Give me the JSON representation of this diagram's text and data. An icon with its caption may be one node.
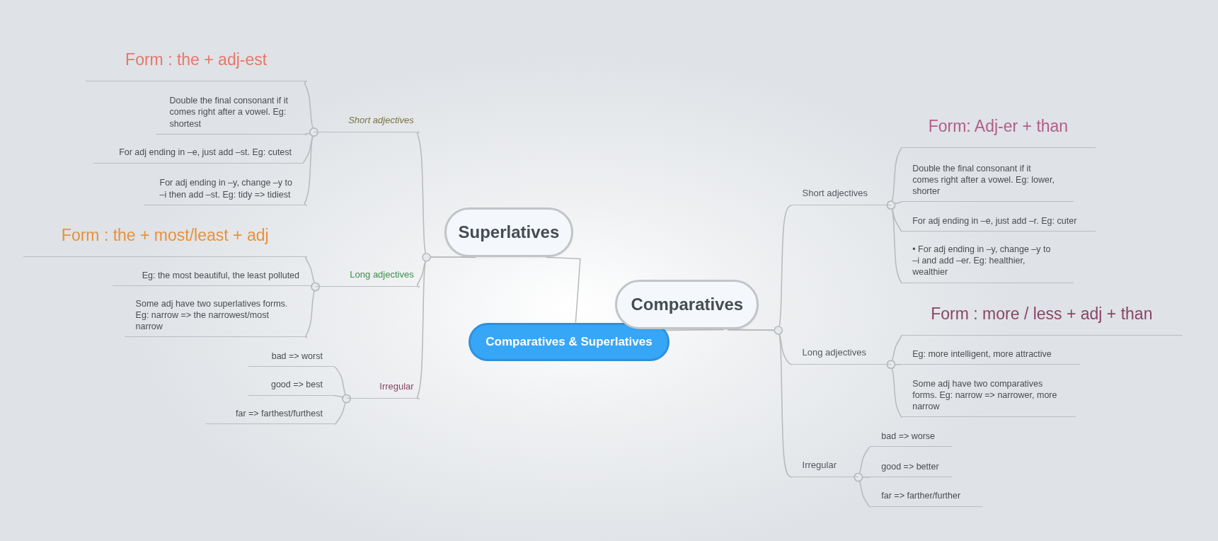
{
  "diagram": {
    "nodes": [
      {
        "text": [
          "Comparatives & Superlatives"
        ]
      },
      {
        "text": [
          "Superlatives"
        ]
      },
      {
        "text": [
          "Short adjectives"
        ]
      },
      {
        "text": [
          "Form : the + adj-est"
        ]
      },
      {
        "text": [
          "Double the final consonant if it comes right after a vowel. Eg: shortest"
        ]
      },
      {
        "text": [
          "For adj ending in –e, just add –st. Eg: cutest"
        ]
      },
      {
        "text": [
          "For adj ending in –y, change –y to –i then add –st. Eg: tidy => tidiest"
        ]
      },
      {
        "text": [
          "Long adjectives"
        ]
      },
      {
        "text": [
          "Form : the + most/least + adj"
        ]
      },
      {
        "text": [
          "Eg: the most beautiful, the least polluted"
        ]
      },
      {
        "text": [
          "Some adj have two superlatives forms. Eg: narrow => the narrowest/most narrow"
        ]
      },
      {
        "text": [
          "Irregular"
        ]
      },
      {
        "text": [
          "bad => worst"
        ]
      },
      {
        "text": [
          "good => best"
        ]
      },
      {
        "text": [
          "far => farthest/furthest"
        ]
      },
      {
        "text": [
          "Comparatives"
        ]
      },
      {
        "text": [
          "Short adjectives"
        ]
      },
      {
        "text": [
          "Form: Adj-er + than"
        ]
      },
      {
        "text": [
          "Double the final consonant if it comes right after a vowel. Eg: lower, shorter"
        ]
      },
      {
        "text": [
          "For adj ending in –e, just add –r. Eg: cuter"
        ]
      },
      {
        "text": [
          "• For adj ending in –y, change –y to –i and add –er. Eg: healthier, wealthier"
        ]
      },
      {
        "text": [
          "Long adjectives"
        ]
      },
      {
        "text": [
          "Form : more / less + adj + than"
        ]
      },
      {
        "text": [
          "Eg: more intelligent, more attractive"
        ]
      },
      {
        "text": [
          "Some adj have two comparatives forms. Eg: narrow => narrower, more narrow"
        ]
      },
      {
        "text": [
          "Irregular"
        ]
      },
      {
        "text": [
          "bad => worse"
        ]
      },
      {
        "text": [
          "good => better"
        ]
      },
      {
        "text": [
          "far => farther/further"
        ]
      }
    ],
    "edges": [
      {
        "from": 0,
        "to": 1,
        "arrow": "none"
      },
      {
        "from": 1,
        "to": 2,
        "arrow": "none"
      },
      {
        "from": 2,
        "to": 3,
        "arrow": "other"
      },
      {
        "from": 2,
        "to": 4,
        "arrow": "other"
      },
      {
        "from": 2,
        "to": 5,
        "arrow": "other"
      },
      {
        "from": 2,
        "to": 6,
        "arrow": "other"
      },
      {
        "from": 1,
        "to": 7,
        "arrow": "none"
      },
      {
        "from": 7,
        "to": 8,
        "arrow": "other"
      },
      {
        "from": 7,
        "to": 9,
        "arrow": "other"
      },
      {
        "from": 7,
        "to": 10,
        "arrow": "other"
      },
      {
        "from": 1,
        "to": 11,
        "arrow": "none"
      },
      {
        "from": 11,
        "to": 12,
        "arrow": "other"
      },
      {
        "from": 11,
        "to": 13,
        "arrow": "other"
      },
      {
        "from": 11,
        "to": 14,
        "arrow": "other"
      },
      {
        "from": 0,
        "to": 15,
        "arrow": "none"
      },
      {
        "from": 15,
        "to": 16,
        "arrow": "none"
      },
      {
        "from": 16,
        "to": 17,
        "arrow": "other"
      },
      {
        "from": 16,
        "to": 18,
        "arrow": "other"
      },
      {
        "from": 16,
        "to": 19,
        "arrow": "other"
      },
      {
        "from": 16,
        "to": 20,
        "arrow": "other"
      },
      {
        "from": 15,
        "to": 21,
        "arrow": "none"
      },
      {
        "from": 21,
        "to": 22,
        "arrow": "other"
      },
      {
        "from": 21,
        "to": 23,
        "arrow": "other"
      },
      {
        "from": 21,
        "to": 24,
        "arrow": "other"
      },
      {
        "from": 15,
        "to": 25,
        "arrow": "none"
      },
      {
        "from": 25,
        "to": 26,
        "arrow": "other"
      },
      {
        "from": 25,
        "to": 27,
        "arrow": "other"
      },
      {
        "from": 25,
        "to": 28,
        "arrow": "other"
      }
    ]
  }
}
